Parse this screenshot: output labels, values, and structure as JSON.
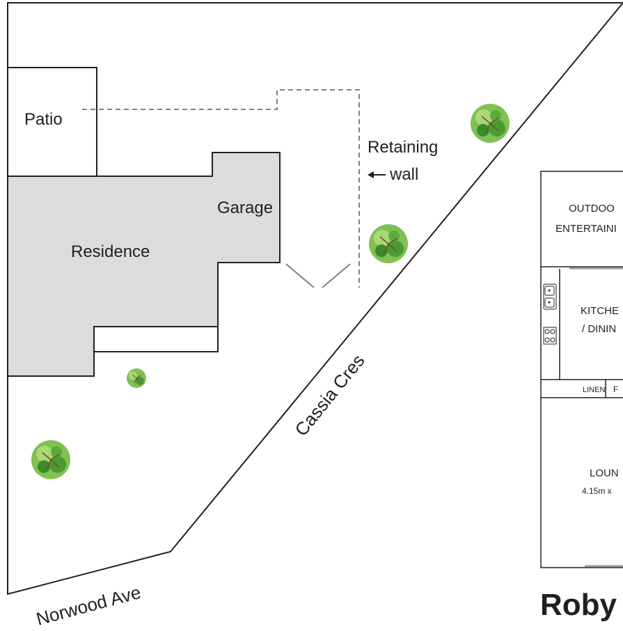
{
  "site_plan": {
    "labels": {
      "patio": "Patio",
      "garage": "Garage",
      "residence": "Residence",
      "retaining_wall_line1": "Retaining",
      "retaining_wall_line2": "wall",
      "street_diagonal": "Cassia Cres",
      "street_bottom": "Norwood Ave"
    },
    "colors": {
      "residence_fill": "#dcdcdd",
      "line": "#231f20",
      "dashed_line": "#808080",
      "tree_light": "#9bd36a",
      "tree_dark": "#3c8a2a"
    },
    "trees": [
      "tree-icon",
      "tree-icon",
      "tree-icon",
      "tree-icon"
    ]
  },
  "floor_plan": {
    "rooms": {
      "outdoor_line1": "OUTDOO",
      "outdoor_line2": "ENTERTAINI",
      "kitchen_line1": "KITCHE",
      "kitchen_line2": "/ DININ",
      "fridge": "F",
      "linen": "LINEN",
      "lounge": "LOUN",
      "lounge_dims": "4.15m x"
    },
    "icons": [
      "sink-icon",
      "cooktop-icon"
    ]
  },
  "brand": {
    "text": "Roby"
  }
}
